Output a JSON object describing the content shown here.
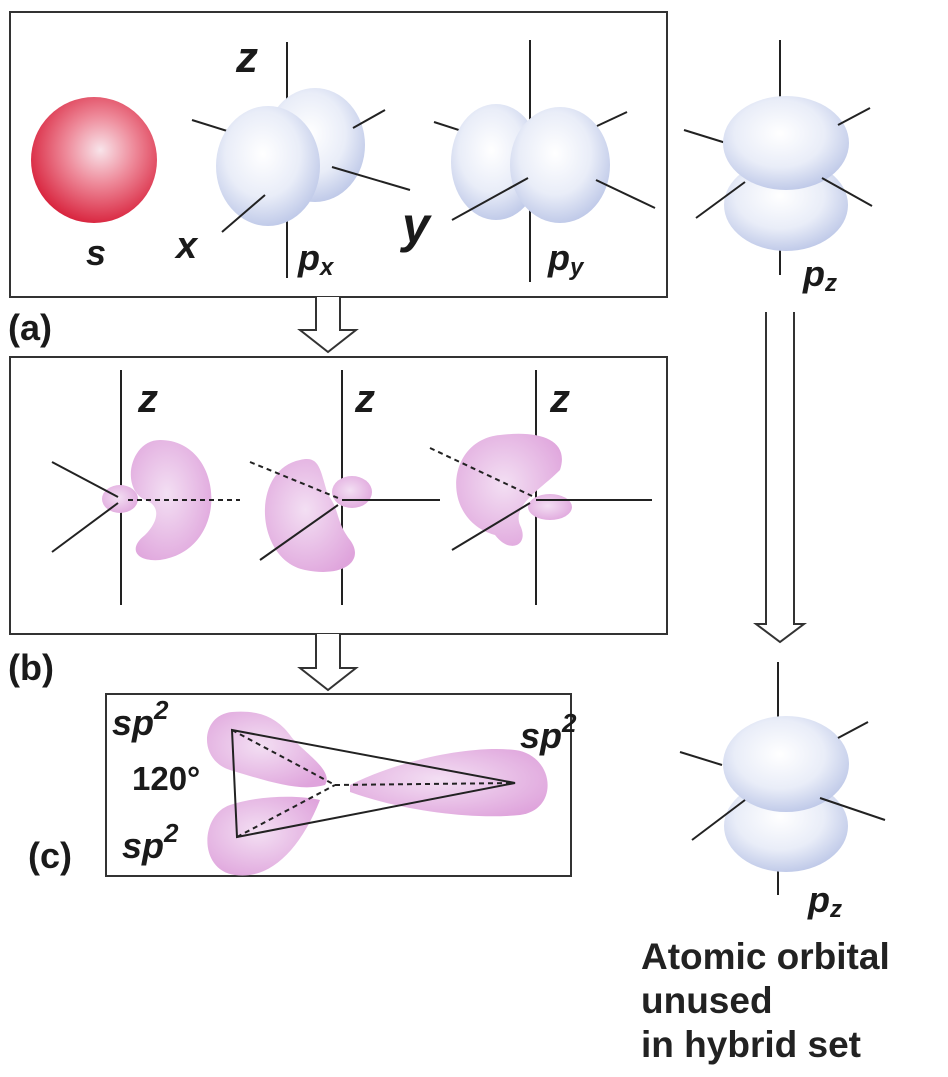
{
  "colors": {
    "s_orbital": "#e8394f",
    "p_orbital": "#dfe6f6",
    "hybrid_orbital": "#e8b6e4",
    "frame": "#333333",
    "text": "#1a1a1a"
  },
  "panel_a": {
    "label": "(a)",
    "axis_labels": {
      "z": "z",
      "x": "x",
      "y": "y"
    },
    "orbitals": [
      {
        "main": "s",
        "sub": ""
      },
      {
        "main": "p",
        "sub": "x"
      },
      {
        "main": "p",
        "sub": "y"
      },
      {
        "main": "p",
        "sub": "z"
      }
    ]
  },
  "panel_b": {
    "label": "(b)",
    "axis_labels": [
      "z",
      "z",
      "z"
    ]
  },
  "panel_c": {
    "label": "(c)",
    "hybrid_labels": [
      {
        "main": "sp",
        "sup": "2"
      },
      {
        "main": "sp",
        "sup": "2"
      },
      {
        "main": "sp",
        "sup": "2"
      }
    ],
    "angle_label": "120°"
  },
  "unused_orbital": {
    "main": "p",
    "sub": "z",
    "caption": [
      "Atomic orbital",
      "unused",
      "in hybrid set"
    ]
  }
}
